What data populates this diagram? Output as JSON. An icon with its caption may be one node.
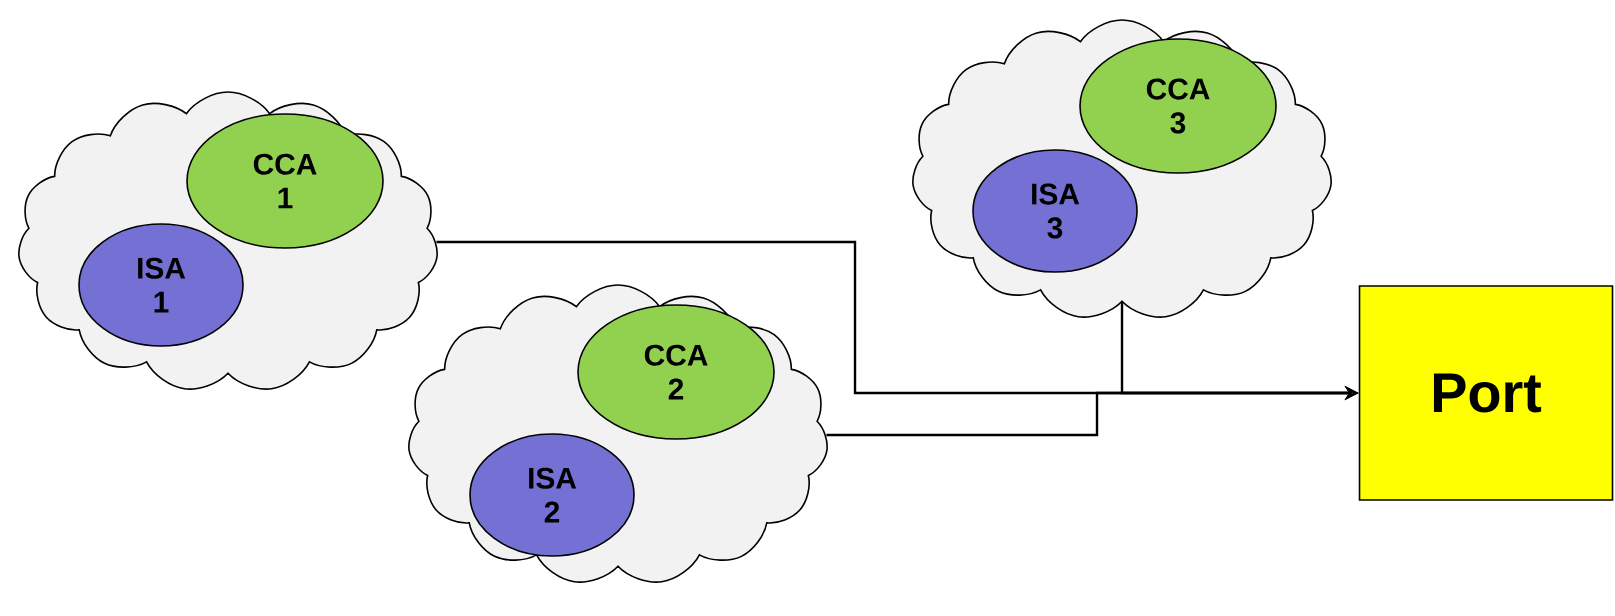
{
  "diagram": {
    "nodes": [
      {
        "text": [],
        "shape": "cloud"
      },
      {
        "text": [
          "CCA 1"
        ],
        "in": 0
      },
      {
        "text": [
          "ISA 1"
        ],
        "in": 0
      },
      {
        "text": [],
        "shape": "cloud"
      },
      {
        "text": [
          "CCA 2"
        ],
        "in": 3
      },
      {
        "text": [
          "ISA 2"
        ],
        "in": 3
      },
      {
        "text": [],
        "shape": "cloud"
      },
      {
        "text": [
          "CCA 3"
        ],
        "in": 6
      },
      {
        "text": [
          "ISA 3"
        ],
        "in": 6
      },
      {
        "text": [
          "Port"
        ]
      }
    ],
    "edges": [
      {
        "from": 0,
        "to": 9,
        "arrow": "to"
      },
      {
        "from": 3,
        "to": 9,
        "arrow": "to"
      },
      {
        "from": 6,
        "to": 9,
        "arrow": "to"
      }
    ]
  }
}
